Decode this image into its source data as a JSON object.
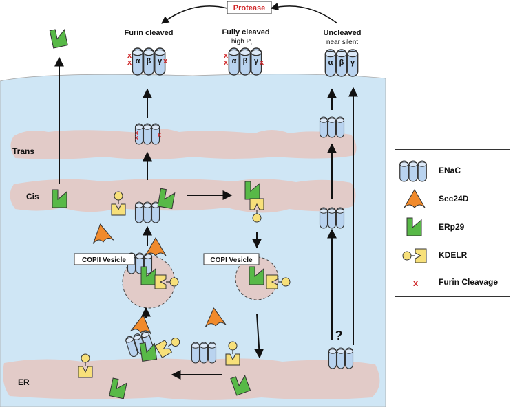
{
  "title_box": "Protease",
  "states": {
    "furin": "Furin cleaved",
    "fully": "Fully cleaved",
    "fully_sub": "high P",
    "fully_sub_o": "o",
    "uncleaved": "Uncleaved",
    "uncleaved_sub": "near silent"
  },
  "subunits": {
    "a": "α",
    "b": "β",
    "g": "γ"
  },
  "compartments": {
    "trans": "Trans",
    "cis": "Cis",
    "er": "ER"
  },
  "vesicles": {
    "copii": "COPII Vesicle",
    "copi": "COPI Vesicle"
  },
  "question": "?",
  "cleavage_mark": "x",
  "legend": [
    {
      "icon": "enac-icon",
      "label": "ENaC"
    },
    {
      "icon": "sec24d-icon",
      "label": "Sec24D"
    },
    {
      "icon": "erp29-icon",
      "label": "ERp29"
    },
    {
      "icon": "kdelr-icon",
      "label": "KDELR"
    },
    {
      "icon": "furin-cleavage-icon",
      "label": "Furin Cleavage"
    }
  ],
  "colors": {
    "cell": "#cfe6f5",
    "organelle": "#e2cbc8",
    "enac": "#b9d3ef",
    "sec24d": "#f08a2c",
    "erp29": "#58b947",
    "kdelr": "#f7e07a",
    "cleavage": "#d0282a"
  }
}
